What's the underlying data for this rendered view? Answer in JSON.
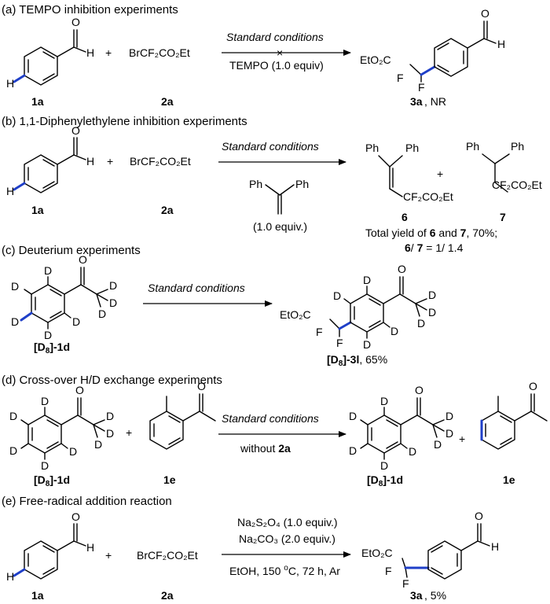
{
  "sections": {
    "a": {
      "title": "(a) TEMPO inhibition experiments",
      "reactant1_h": "H",
      "reactant1_h2": "H",
      "reactant1_o": "O",
      "plus": "+",
      "reagent": "BrCF₂CO₂Et",
      "cond_top": "Standard conditions",
      "cond_bottom": "TEMPO (1.0 equiv)",
      "cross": "×",
      "prod_ester": "EtO₂C",
      "prod_f1": "F",
      "prod_f2": "F",
      "prod_o": "O",
      "prod_h": "H",
      "label1": "1a",
      "label2": "2a",
      "label3": "3a",
      "label3_note": ", NR"
    },
    "b": {
      "title": "(b) 1,1-Diphenylethylene inhibition experiments",
      "reactant1_h": "H",
      "reactant1_h2": "H",
      "reactant1_o": "O",
      "plus": "+",
      "reagent": "BrCF₂CO₂Et",
      "cond_top": "Standard conditions",
      "dpe_ph1": "Ph",
      "dpe_ph2": "Ph",
      "dpe_equiv": "(1.0 equiv.)",
      "p6_ph1": "Ph",
      "p6_ph2": "Ph",
      "p6_chain": "CF₂CO₂Et",
      "plus2": "+",
      "p7_ph1": "Ph",
      "p7_ph2": "Ph",
      "p7_chain": "CF₂CO₂Et",
      "label1": "1a",
      "label2": "2a",
      "label6": "6",
      "label7": "7",
      "yield_line1_pre": "Total yield of ",
      "yield_b1": "6",
      "yield_and": " and ",
      "yield_b2": "7",
      "yield_pct": ", 70%;",
      "ratio_b1": "6",
      "ratio_mid": "/ ",
      "ratio_b2": "7",
      "ratio_val": " = 1/ 1.4"
    },
    "c": {
      "title": "(c) Deuterium experiments",
      "cond_top": "Standard conditions",
      "d": "D",
      "o": "O",
      "prod_ester": "EtO₂C",
      "prod_f1": "F",
      "prod_f2": "F",
      "label_sm_pre": "[D",
      "label_sm_sub": "8",
      "label_sm_post": "]-1d",
      "label_p_pre": "[D",
      "label_p_sub": "8",
      "label_p_post": "]-3l",
      "label_p_yield": ", 65%"
    },
    "d": {
      "title": "(d) Cross-over H/D exchange experiments",
      "plus": "+",
      "cond_top": "Standard conditions",
      "cond_bottom_pre": "without ",
      "cond_bottom_b": "2a",
      "d": "D",
      "o": "O",
      "label_sm_pre": "[D",
      "label_sm_sub": "8",
      "label_sm_post": "]-1d",
      "label_1e": "1e"
    },
    "e": {
      "title": "(e) Free-radical addition reaction",
      "reactant1_h": "H",
      "reactant1_h2": "H",
      "reactant1_o": "O",
      "plus": "+",
      "reagent": "BrCF₂CO₂Et",
      "cond1": "Na₂S₂O₄ (1.0 equiv.)",
      "cond2": "Na₂CO₃ (2.0 equiv.)",
      "cond3_pre": "EtOH, 150 ",
      "cond3_deg": "o",
      "cond3_post": "C, 72 h, Ar",
      "prod_ester": "EtO₂C",
      "prod_f1": "F",
      "prod_f2": "F",
      "prod_o": "O",
      "prod_h": "H",
      "label1": "1a",
      "label2": "2a",
      "label3": "3a",
      "label3_note": ", 5%"
    }
  }
}
